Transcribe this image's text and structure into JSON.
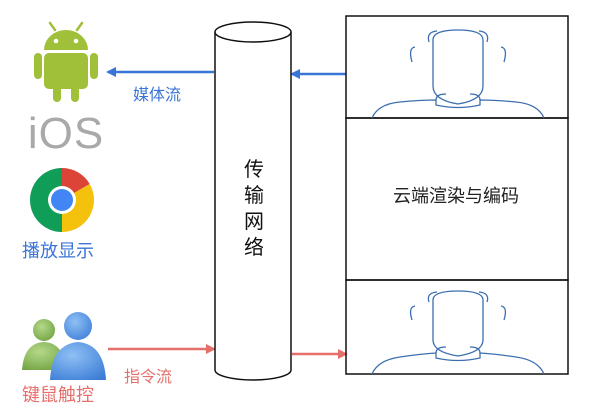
{
  "platforms": {
    "ios_text": "iOS",
    "playback_label": "播放显示",
    "input_label": "键鼠触控"
  },
  "flows": {
    "media_stream_label": "媒体流",
    "command_stream_label": "指令流"
  },
  "network": {
    "chars": [
      "传",
      "输",
      "网",
      "络"
    ]
  },
  "cloud": {
    "render_label": "云端渲染与编码"
  },
  "colors": {
    "media_blue": "#3a74d6",
    "command_red": "#e5706b",
    "android_green": "#9fc038",
    "ios_gray": "#a9a9a9",
    "user_blue": "#4e8fe0",
    "user_green": "#7fb04a",
    "outline_blue": "#3d6fb0"
  },
  "icons": {
    "android": "android-robot-icon",
    "chrome": "chrome-logo-icon",
    "users": "users-group-icon",
    "person_top": "person-outline-icon",
    "person_bottom": "person-outline-icon"
  }
}
